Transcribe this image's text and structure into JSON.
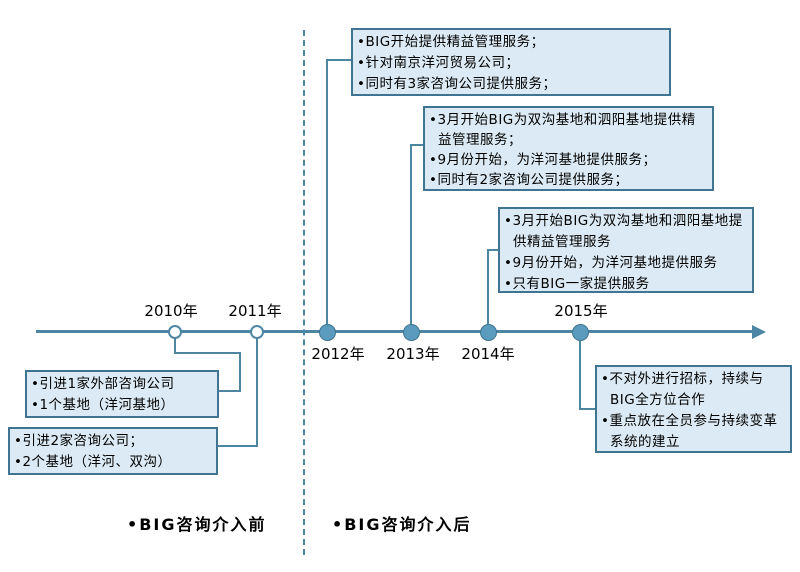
{
  "colors": {
    "line": "#4c86a3",
    "marker_fill": "#5b9bbd",
    "marker_stroke": "#3f7493",
    "callout_fill": "#dbeaf4",
    "callout_border": "#3f7493",
    "text": "#000000"
  },
  "timeline": {
    "markers": [
      {
        "year_label": "2010年",
        "style": "open",
        "label_position": "above"
      },
      {
        "year_label": "2011年",
        "style": "open",
        "label_position": "above"
      },
      {
        "year_label": "2012年",
        "style": "filled",
        "label_position": "below"
      },
      {
        "year_label": "2013年",
        "style": "filled",
        "label_position": "below"
      },
      {
        "year_label": "2014年",
        "style": "filled",
        "label_position": "below"
      },
      {
        "year_label": "2015年",
        "style": "filled",
        "label_position": "above"
      }
    ]
  },
  "callouts": {
    "y2010": {
      "lines": [
        "•引进1家外部咨询公司",
        "•1个基地（洋河基地）"
      ]
    },
    "y2011": {
      "lines": [
        "•引进2家咨询公司；",
        "•2个基地（洋河、双沟）"
      ]
    },
    "y2012": {
      "lines": [
        "•BIG开始提供精益管理服务；",
        "•针对南京洋河贸易公司；",
        "•同时有3家咨询公司提供服务；"
      ]
    },
    "y2013": {
      "lines": [
        "•3月开始BIG为双沟基地和泗阳基地提供精益管理服务；",
        "•9月份开始，为洋河基地提供服务；",
        "•同时有2家咨询公司提供服务；"
      ]
    },
    "y2014": {
      "lines": [
        "•3月开始BIG为双沟基地和泗阳基地提供精益管理服务",
        "•9月份开始，为洋河基地提供服务",
        "•只有BIG一家提供服务"
      ]
    },
    "y2015": {
      "lines": [
        "•不对外进行招标，持续与BIG全方位合作",
        "•重点放在全员参与持续变革系统的建立"
      ]
    }
  },
  "phase_labels": {
    "before": "•BIG咨询介入前",
    "after": "•BIG咨询介入后"
  }
}
